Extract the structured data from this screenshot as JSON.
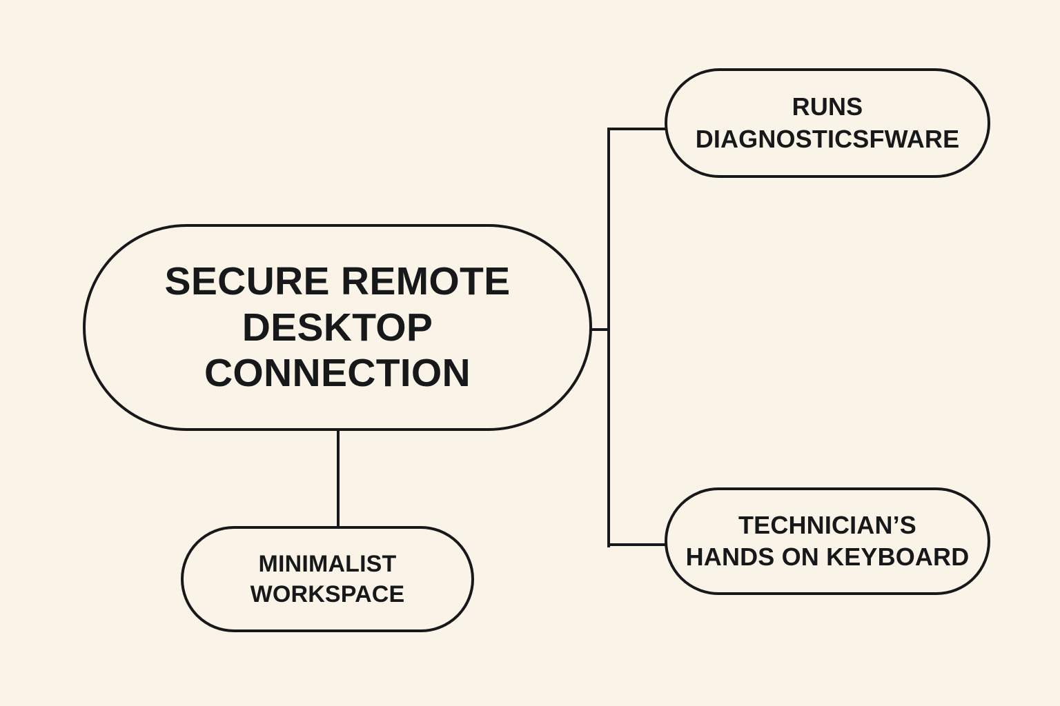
{
  "diagram": {
    "type": "node-link-tree",
    "background_color": "#faf3e7",
    "stroke_color": "#16181a",
    "root": {
      "id": "secure-remote-desktop-connection",
      "label": "SECURE REMOTE\nDESKTOP\nCONNECTION"
    },
    "nodes": [
      {
        "id": "runs-diagnostics",
        "label": "RUNS\nDIAGNOSTICSFWARE",
        "position": "top-right"
      },
      {
        "id": "technicians-hands-on-keyboard",
        "label": "TECHNICIAN’S\nHANDS ON KEYBOARD",
        "position": "bottom-right"
      },
      {
        "id": "minimalist-workspace",
        "label": "MINIMALIST\nWORKSPACE",
        "position": "bottom-left"
      }
    ],
    "connectors": [
      {
        "id": "root-to-right-bracket",
        "from": "secure-remote-desktop-connection",
        "to": "right-bracket"
      },
      {
        "id": "bracket-to-runs-diagnostics",
        "from": "right-bracket",
        "to": "runs-diagnostics"
      },
      {
        "id": "bracket-to-technicians-hands-on-keyboard",
        "from": "right-bracket",
        "to": "technicians-hands-on-keyboard"
      },
      {
        "id": "root-to-minimalist-workspace",
        "from": "secure-remote-desktop-connection",
        "to": "minimalist-workspace"
      }
    ]
  }
}
